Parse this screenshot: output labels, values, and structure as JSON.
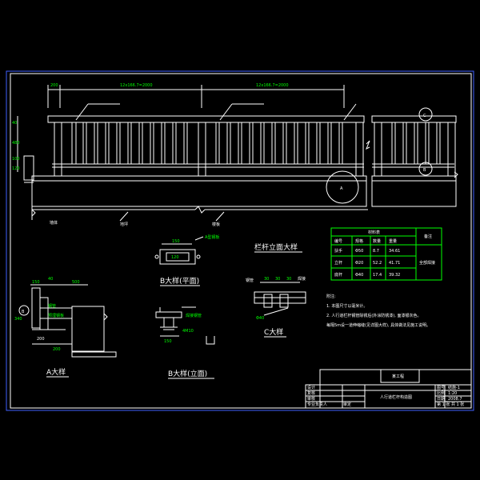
{
  "elevation": {
    "title": "栏杆立面大样",
    "dim_left_offset": "200",
    "dim_span_1": "12x166.7=2000",
    "dim_span_2": "12x166.7=2000",
    "callout_circle_a": "A",
    "callout_circle_c": "C",
    "callout_circle_b": "B",
    "label_ground": "地坪",
    "label_wall": "墙体",
    "label_slab": "楼板"
  },
  "detail_a": {
    "title": "A大样",
    "dim_150": "150",
    "dim_40": "40",
    "dim_500": "500",
    "dim_200": "200",
    "dim_bottom": "200",
    "marker": "B"
  },
  "detail_b_plan": {
    "title": "B大样(平面)",
    "dim_top": "150",
    "dim_inner": "120",
    "note": "A型钢板"
  },
  "detail_b_elev": {
    "title": "B大样(立面)",
    "note_1": "焊接钢管",
    "note_2": "4M10",
    "dim_150": "150"
  },
  "detail_c": {
    "title": "C大样",
    "dims": [
      "30",
      "30",
      "30"
    ],
    "note_1": "钢管",
    "note_2": "焊接"
  },
  "material_table": {
    "title": "材料表",
    "extra_header": "备注",
    "headers": [
      "编号",
      "规格",
      "数量",
      "重量"
    ],
    "rows": [
      [
        "扶手",
        "Φ50",
        "8.7",
        "34.61"
      ],
      [
        "立杆",
        "Φ20",
        "52.2",
        "41.71"
      ],
      [
        "底杆",
        "Φ40",
        "17.4",
        "39.32"
      ]
    ],
    "remark": "全部焊接"
  },
  "notes": {
    "heading": "附注:",
    "lines": [
      "1. 本图尺寸以毫米计。",
      "2. 人行道栏杆钢管除锈后(外涂防锈漆), 面漆银灰色。",
      "每隔5m设一道伸缩缝(见详图大样), 具体做法见施工说明。"
    ]
  },
  "title_block": {
    "project": "某工程",
    "drawing_title": "人行道栏杆构造图",
    "left_labels": [
      "设计",
      "复核",
      "审核",
      "专业负责人",
      "审定"
    ],
    "right_labels": [
      "图号",
      "比例",
      "日期"
    ],
    "right_values": [
      "结施-1",
      "1:20",
      "2008.7"
    ],
    "sheet": "第 1 张 共 1 张"
  }
}
